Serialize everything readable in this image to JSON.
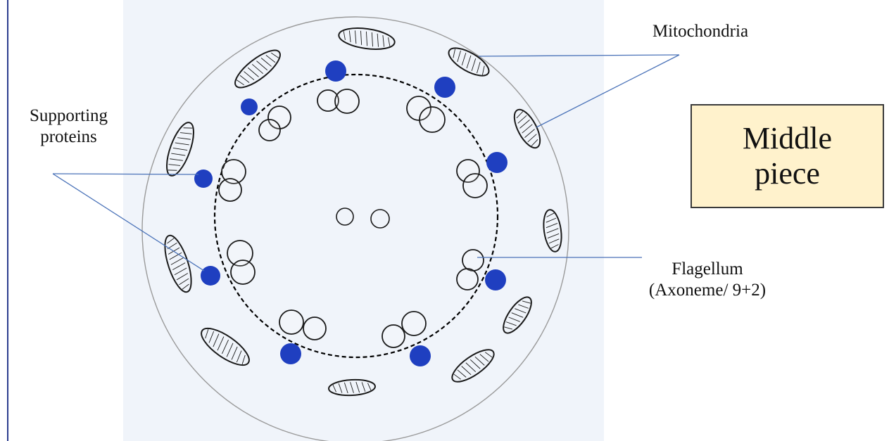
{
  "labels": {
    "mitochondria": "Mitochondria",
    "supporting_line1": "Supporting",
    "supporting_line2": "proteins",
    "flagellum_line1": "Flagellum",
    "flagellum_line2": "(Axoneme/ 9+2)"
  },
  "title_box": {
    "line1": "Middle",
    "line2": "piece"
  },
  "colors": {
    "protein_blue": "#1f3fc0",
    "title_fill": "#fff2cc",
    "paper": "#f0f4fa",
    "leader_line": "#4a72b8",
    "ink": "#1a1a1a"
  }
}
